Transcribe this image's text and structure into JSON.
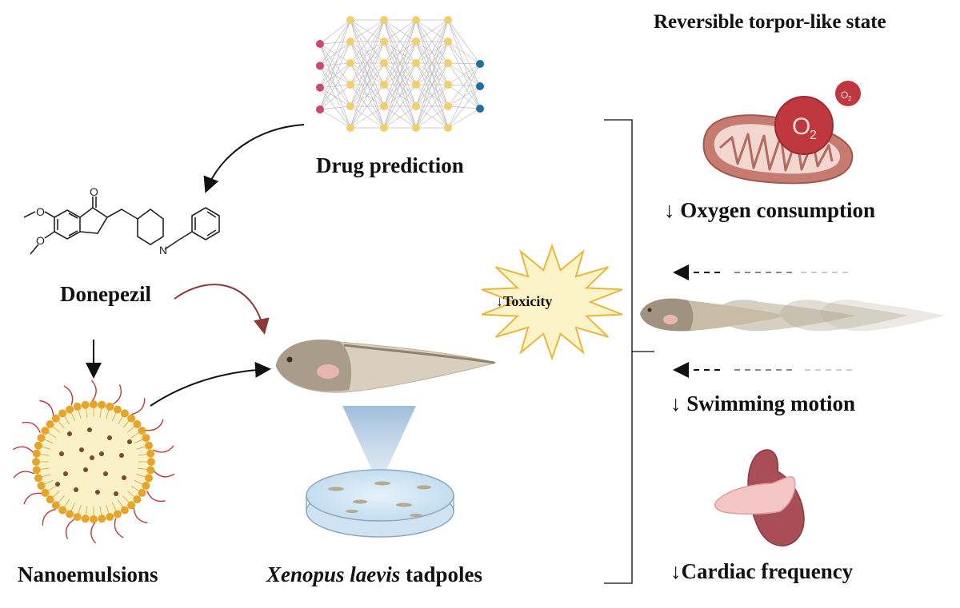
{
  "header": {
    "title": "Reversible torpor-like state"
  },
  "labels": {
    "drug_prediction": "Drug prediction",
    "donepezil": "Donepezil",
    "nanoemulsions": "Nanoemulsions",
    "tadpoles_italic": "Xenopus laevis",
    "tadpoles_rest": " tadpoles",
    "toxicity": "Toxicity",
    "oxygen": "Oxygen consumption",
    "swimming": "Swimming motion",
    "cardiac": "Cardiac frequency",
    "o2_big": "O",
    "o2_big_sub": "2",
    "o2_small": "O",
    "o2_small_sub": "2",
    "mol_o_carbonyl": "O",
    "mol_o_methoxy1": "O",
    "mol_o_methoxy2": "O",
    "mol_n": "N",
    "down_arrow": "↓"
  },
  "colors": {
    "input_node": "#c94a6e",
    "hidden_node": "#f2cf6a",
    "output_node": "#1f6fa0",
    "arrow_red": "#8b3a3a",
    "o2_red": "#c0383d",
    "star_fill": "#fdf3c8",
    "star_stroke": "#e8b83a",
    "nano_shell": "#e5a52a",
    "nano_core": "#fbf1c8",
    "nano_dots": "#7a4a2a",
    "tail_red": "#c23a3a"
  }
}
